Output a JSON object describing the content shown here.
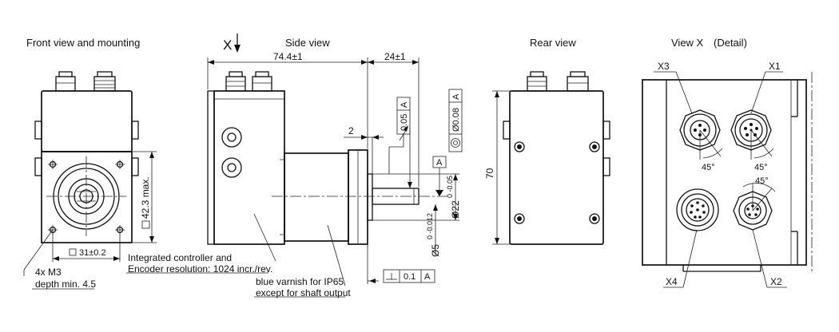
{
  "views": {
    "front_title": "Front view and mounting",
    "side_title": "Side view",
    "rear_title": "Rear view",
    "detail_title": "View X",
    "detail_subtitle": "(Detail)",
    "view_marker": "X"
  },
  "dimensions": {
    "length_main": "74.4±1",
    "shaft_length": "24±1",
    "offset_2": "2",
    "height_70": "70",
    "height_42": "42.3 max.",
    "square_31": "31±0.2",
    "shaft_dia": "Ø5",
    "shaft_tol": "0 -0.012",
    "pilot_dia": "Ø22",
    "pilot_tol": "0 -0.05"
  },
  "tolerances": {
    "runout": "0.05",
    "concentricity": "Ø0.08",
    "perpendicular": "0.1",
    "datum": "A"
  },
  "notes": {
    "mount_line1": "4x M3",
    "mount_line2": "depth min. 4.5",
    "encoder_line1": "Integrated controller and",
    "encoder_line2": "Encoder resolution: 1024 incr./rev.",
    "varnish_line1": "blue varnish for IP65",
    "varnish_line2": "except for shaft output"
  },
  "connectors": {
    "x1": "X1",
    "x2": "X2",
    "x3": "X3",
    "x4": "X4",
    "angle": "45°"
  }
}
